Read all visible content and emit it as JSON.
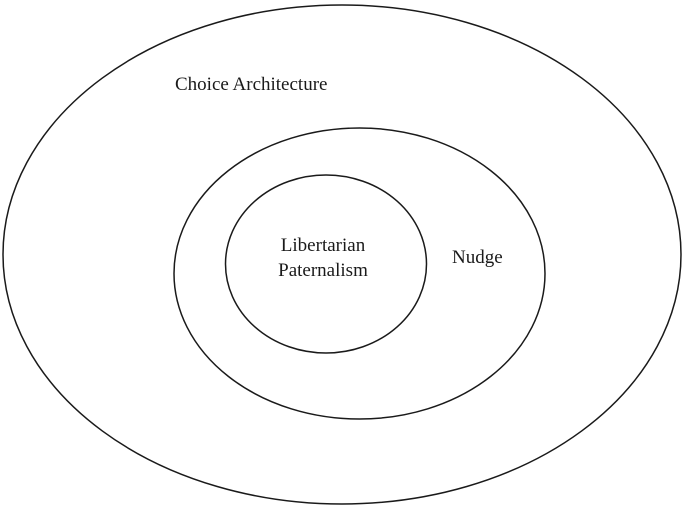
{
  "diagram": {
    "background_color": "#ffffff",
    "line_color": "#1a1a1a",
    "rings": [
      {
        "id": "outer",
        "label": "Choice Architecture"
      },
      {
        "id": "middle",
        "label": "Nudge"
      },
      {
        "id": "inner",
        "label": "Libertarian Paternalism"
      }
    ]
  }
}
